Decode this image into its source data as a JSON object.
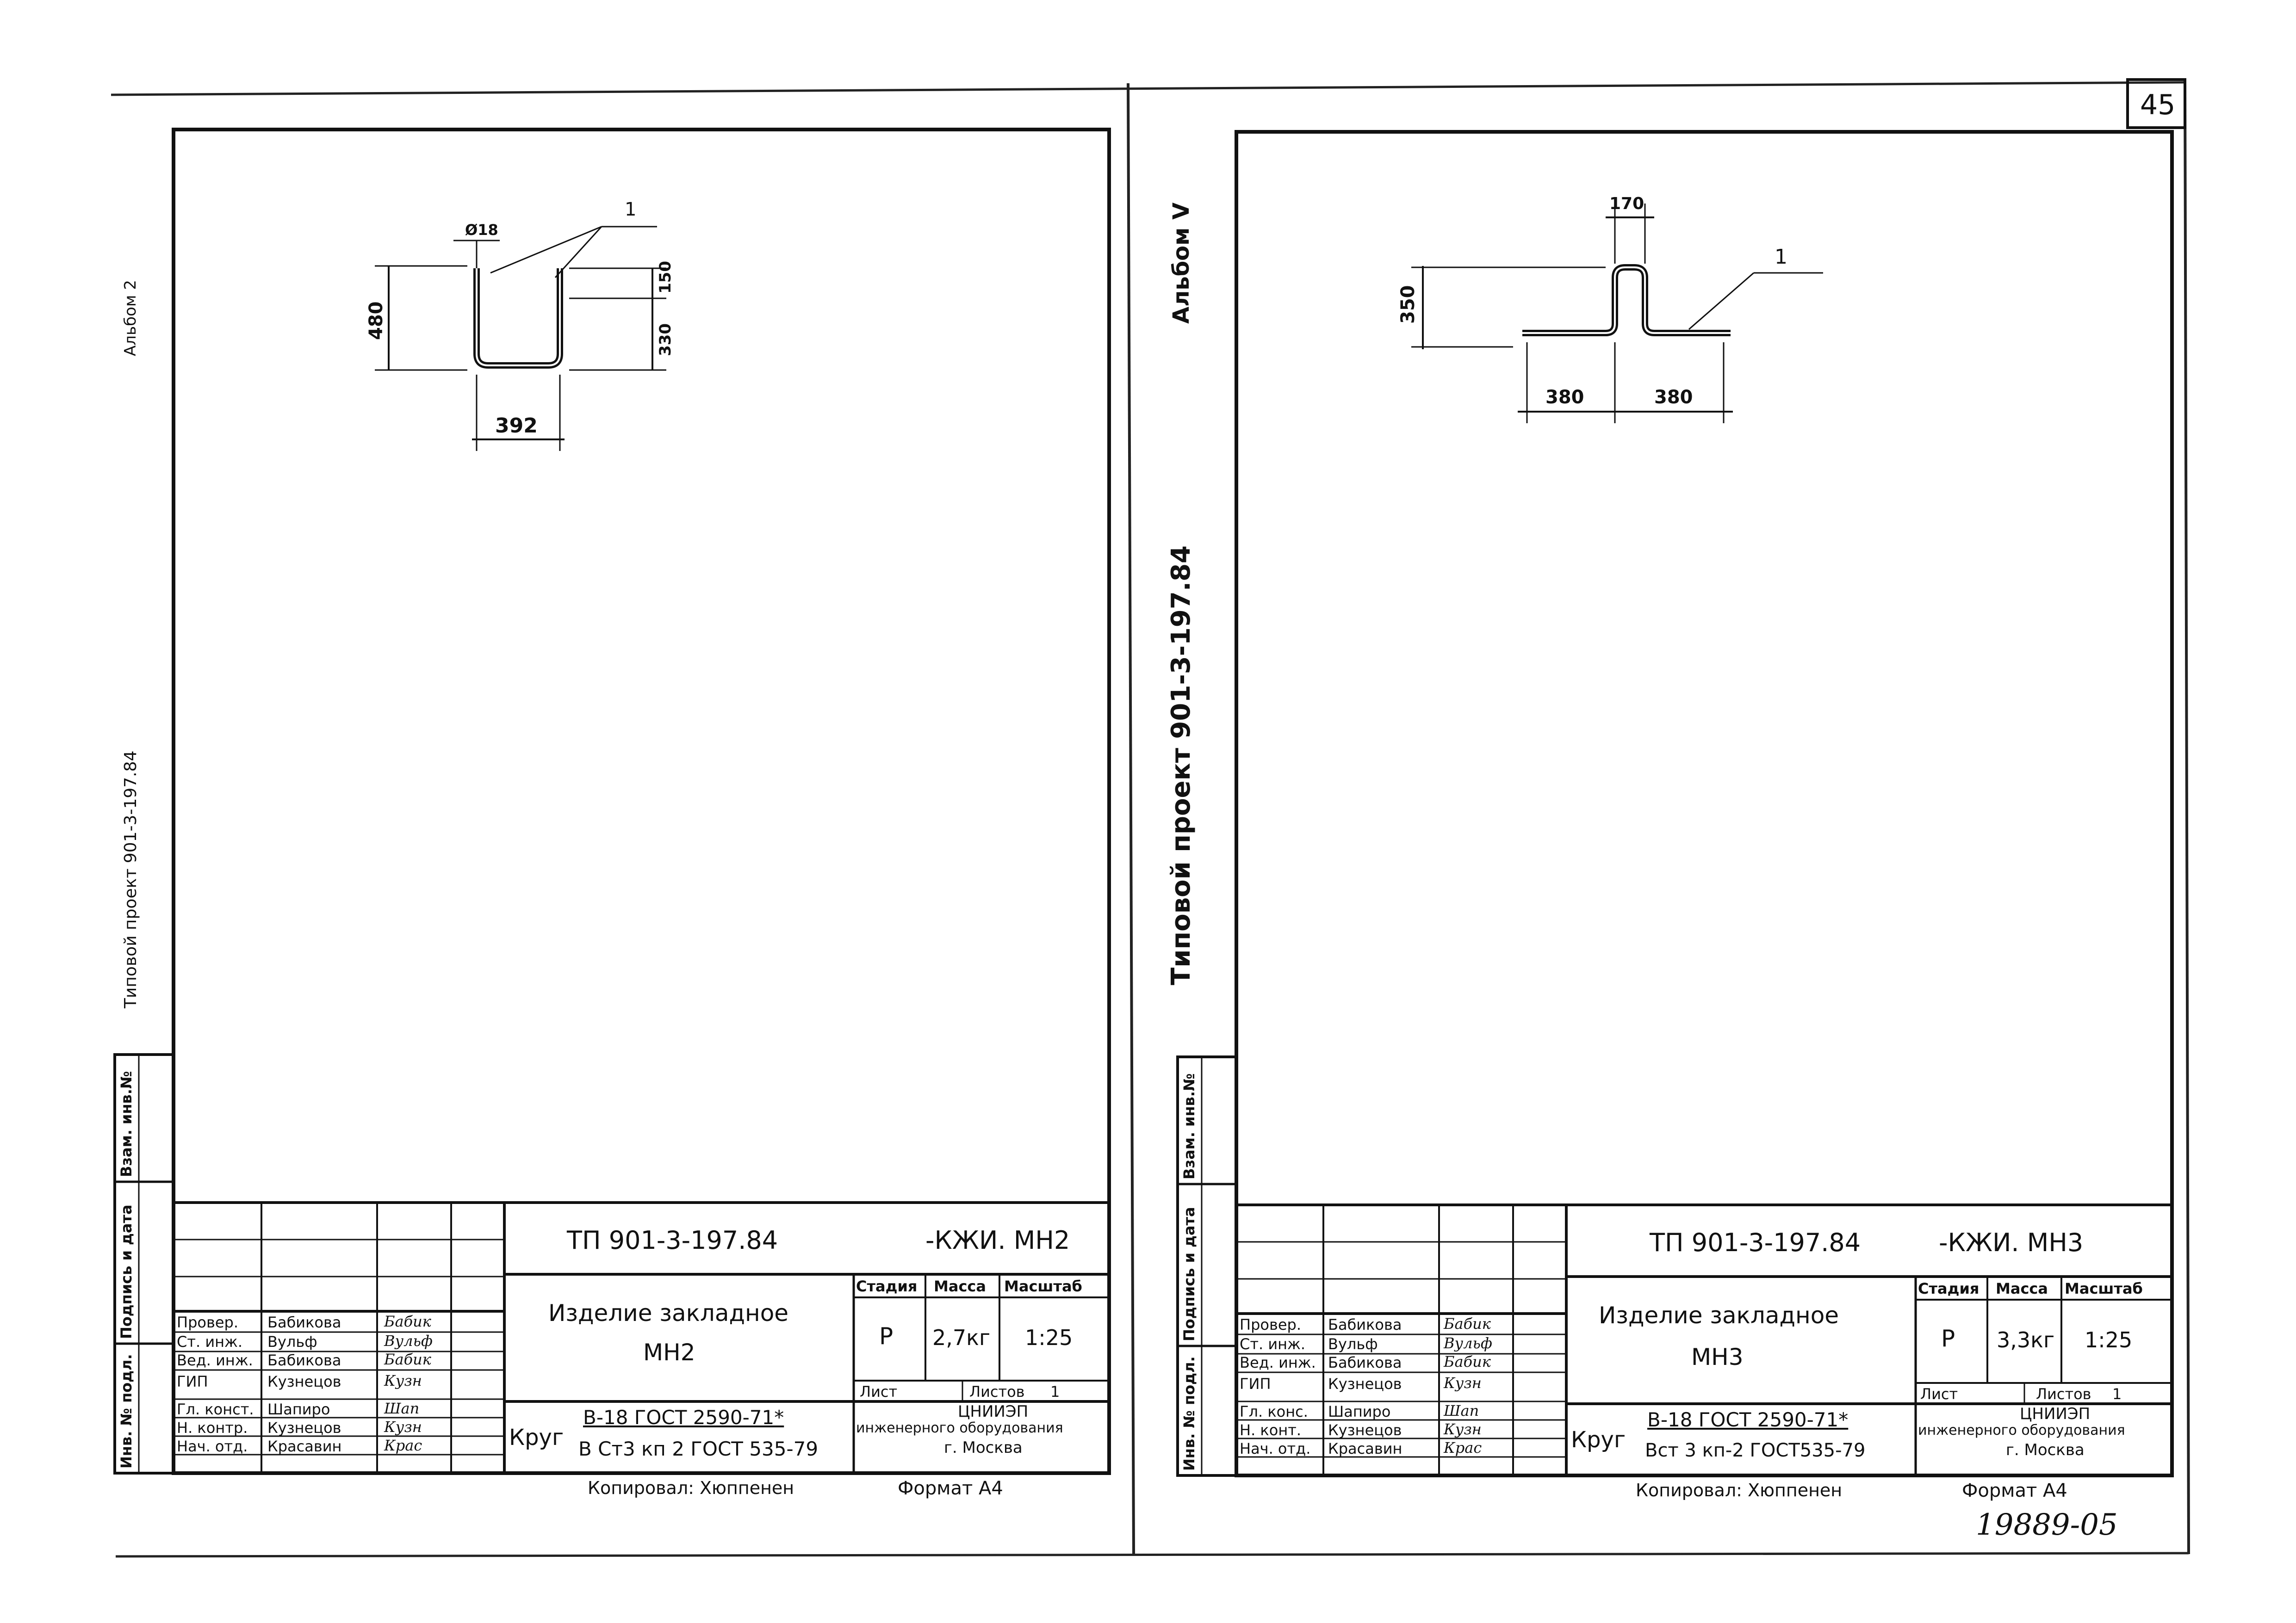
{
  "page_number": "45",
  "left_sheet": {
    "spine_album": "Альбом 2",
    "spine_project": "Типовой проект 901-3-197.84",
    "stamp_boxes": [
      "Инв. № подл.",
      "Подпись и дата",
      "Взам. инв.№"
    ],
    "drawing": {
      "dim_height_total": "480",
      "dim_top": "150",
      "dim_bottom": "330",
      "dim_width": "392",
      "dim_bar": "Ø18",
      "callout": "1"
    },
    "title_block": {
      "code": "ТП 901-3-197.84",
      "code_suffix": "-КЖИ. МН2",
      "title_line1": "Изделие закладное",
      "title_line2": "МН2",
      "stage_header": "Стадия",
      "mass_header": "Масса",
      "scale_header": "Масштаб",
      "stage": "Р",
      "mass": "2,7кг",
      "scale": "1:25",
      "sheet_label": "Лист",
      "sheets_label": "Листов",
      "sheets_value": "1",
      "material_name": "Круг",
      "material_line1": "В-18 ГОСТ 2590-71*",
      "material_line2": "В Ст3 кп 2 ГОСТ 535-79",
      "org_line1": "ЦНИИЭП",
      "org_line2": "инженерного оборудования",
      "org_line3": "г. Москва",
      "copied_by": "Копировал: Хюппенен",
      "format": "Формат А4",
      "roles": [
        {
          "role": "Провер.",
          "name": "Бабикова",
          "sign": "Бабик"
        },
        {
          "role": "Ст. инж.",
          "name": "Вульф",
          "sign": "Вульф"
        },
        {
          "role": "Вед. инж.",
          "name": "Бабикова",
          "sign": "Бабик"
        },
        {
          "role": "ГИП",
          "name": "Кузнецов",
          "sign": "Кузн"
        },
        {
          "role": "Гл. конст.",
          "name": "Шапиро",
          "sign": "Шап"
        },
        {
          "role": "Н. контр.",
          "name": "Кузнецов",
          "sign": "Кузн"
        },
        {
          "role": "Нач. отд.",
          "name": "Красавин",
          "sign": "Крас"
        }
      ]
    }
  },
  "right_sheet": {
    "spine_album": "Альбом V",
    "spine_project": "Типовой проект 901-3-197.84",
    "stamp_boxes": [
      "Инв. № подл.",
      "Подпись и дата",
      "Взам. инв.№"
    ],
    "drawing": {
      "dim_top_width": "170",
      "dim_height": "350",
      "dim_left": "380",
      "dim_right": "380",
      "callout": "1"
    },
    "title_block": {
      "code": "ТП 901-3-197.84",
      "code_suffix": "-КЖИ. МН3",
      "title_line1": "Изделие закладное",
      "title_line2": "МН3",
      "stage_header": "Стадия",
      "mass_header": "Масса",
      "scale_header": "Масштаб",
      "stage": "Р",
      "mass": "3,3кг",
      "scale": "1:25",
      "sheet_label": "Лист",
      "sheets_label": "Листов",
      "sheets_value": "1",
      "material_name": "Круг",
      "material_line1": "В-18 ГОСТ 2590-71*",
      "material_line2": "Вст 3 кп-2 ГОСТ535-79",
      "org_line1": "ЦНИИЭП",
      "org_line2": "инженерного оборудования",
      "org_line3": "г. Москва",
      "copied_by": "Копировал: Хюппенен",
      "format": "Формат А4",
      "roles": [
        {
          "role": "Провер.",
          "name": "Бабикова",
          "sign": "Бабик"
        },
        {
          "role": "Ст. инж.",
          "name": "Вульф",
          "sign": "Вульф"
        },
        {
          "role": "Вед. инж.",
          "name": "Бабикова",
          "sign": "Бабик"
        },
        {
          "role": "ГИП",
          "name": "Кузнецов",
          "sign": "Кузн"
        },
        {
          "role": "Гл. конс.",
          "name": "Шапиро",
          "sign": "Шап"
        },
        {
          "role": "Н. конт.",
          "name": "Кузнецов",
          "sign": "Кузн"
        },
        {
          "role": "Нач. отд.",
          "name": "Красавин",
          "sign": "Крас"
        }
      ]
    }
  },
  "archive_number": "19889-05"
}
